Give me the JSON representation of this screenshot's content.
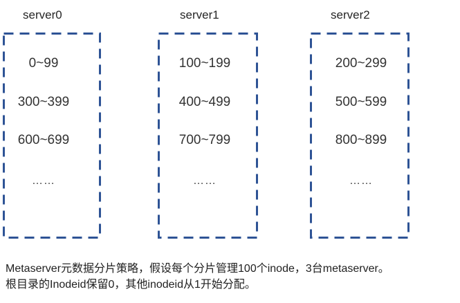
{
  "diagram": {
    "border_color": "#2e5395",
    "servers": [
      {
        "label": "server0",
        "shards": [
          "0~99",
          "300~399",
          "600~699",
          "……"
        ]
      },
      {
        "label": "server1",
        "shards": [
          "100~199",
          "400~499",
          "700~799",
          "……"
        ]
      },
      {
        "label": "server2",
        "shards": [
          "200~299",
          "500~599",
          "800~899",
          "……"
        ]
      }
    ]
  },
  "caption": {
    "line1": "Metaserver元数据分片策略，假设每个分片管理100个inode，3台metaserver。",
    "line2": "根目录的Inodeid保留0，其他inodeid从1开始分配。"
  }
}
